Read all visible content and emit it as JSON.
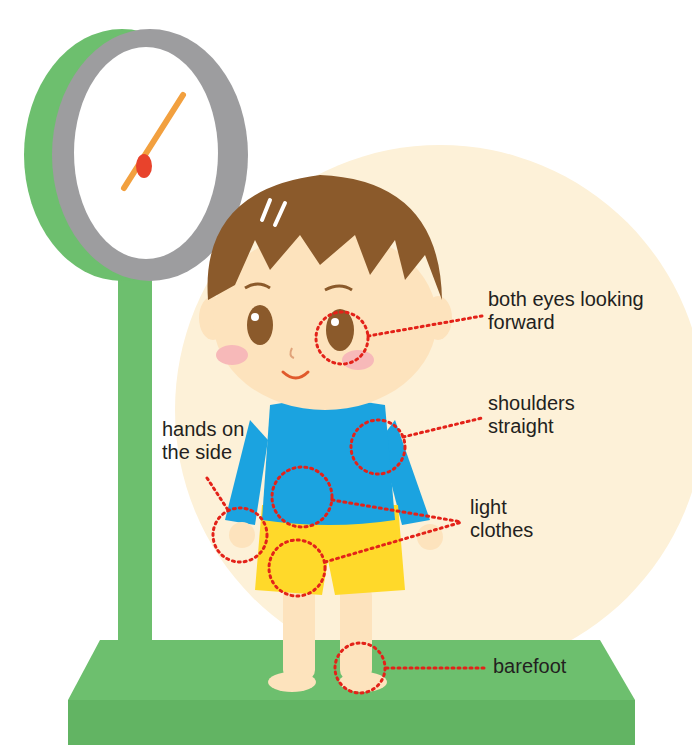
{
  "diagram": {
    "labels": [
      "both eyes looking forward",
      "shoulders straight",
      "hands on the side",
      "light clothes",
      "barefoot"
    ]
  }
}
